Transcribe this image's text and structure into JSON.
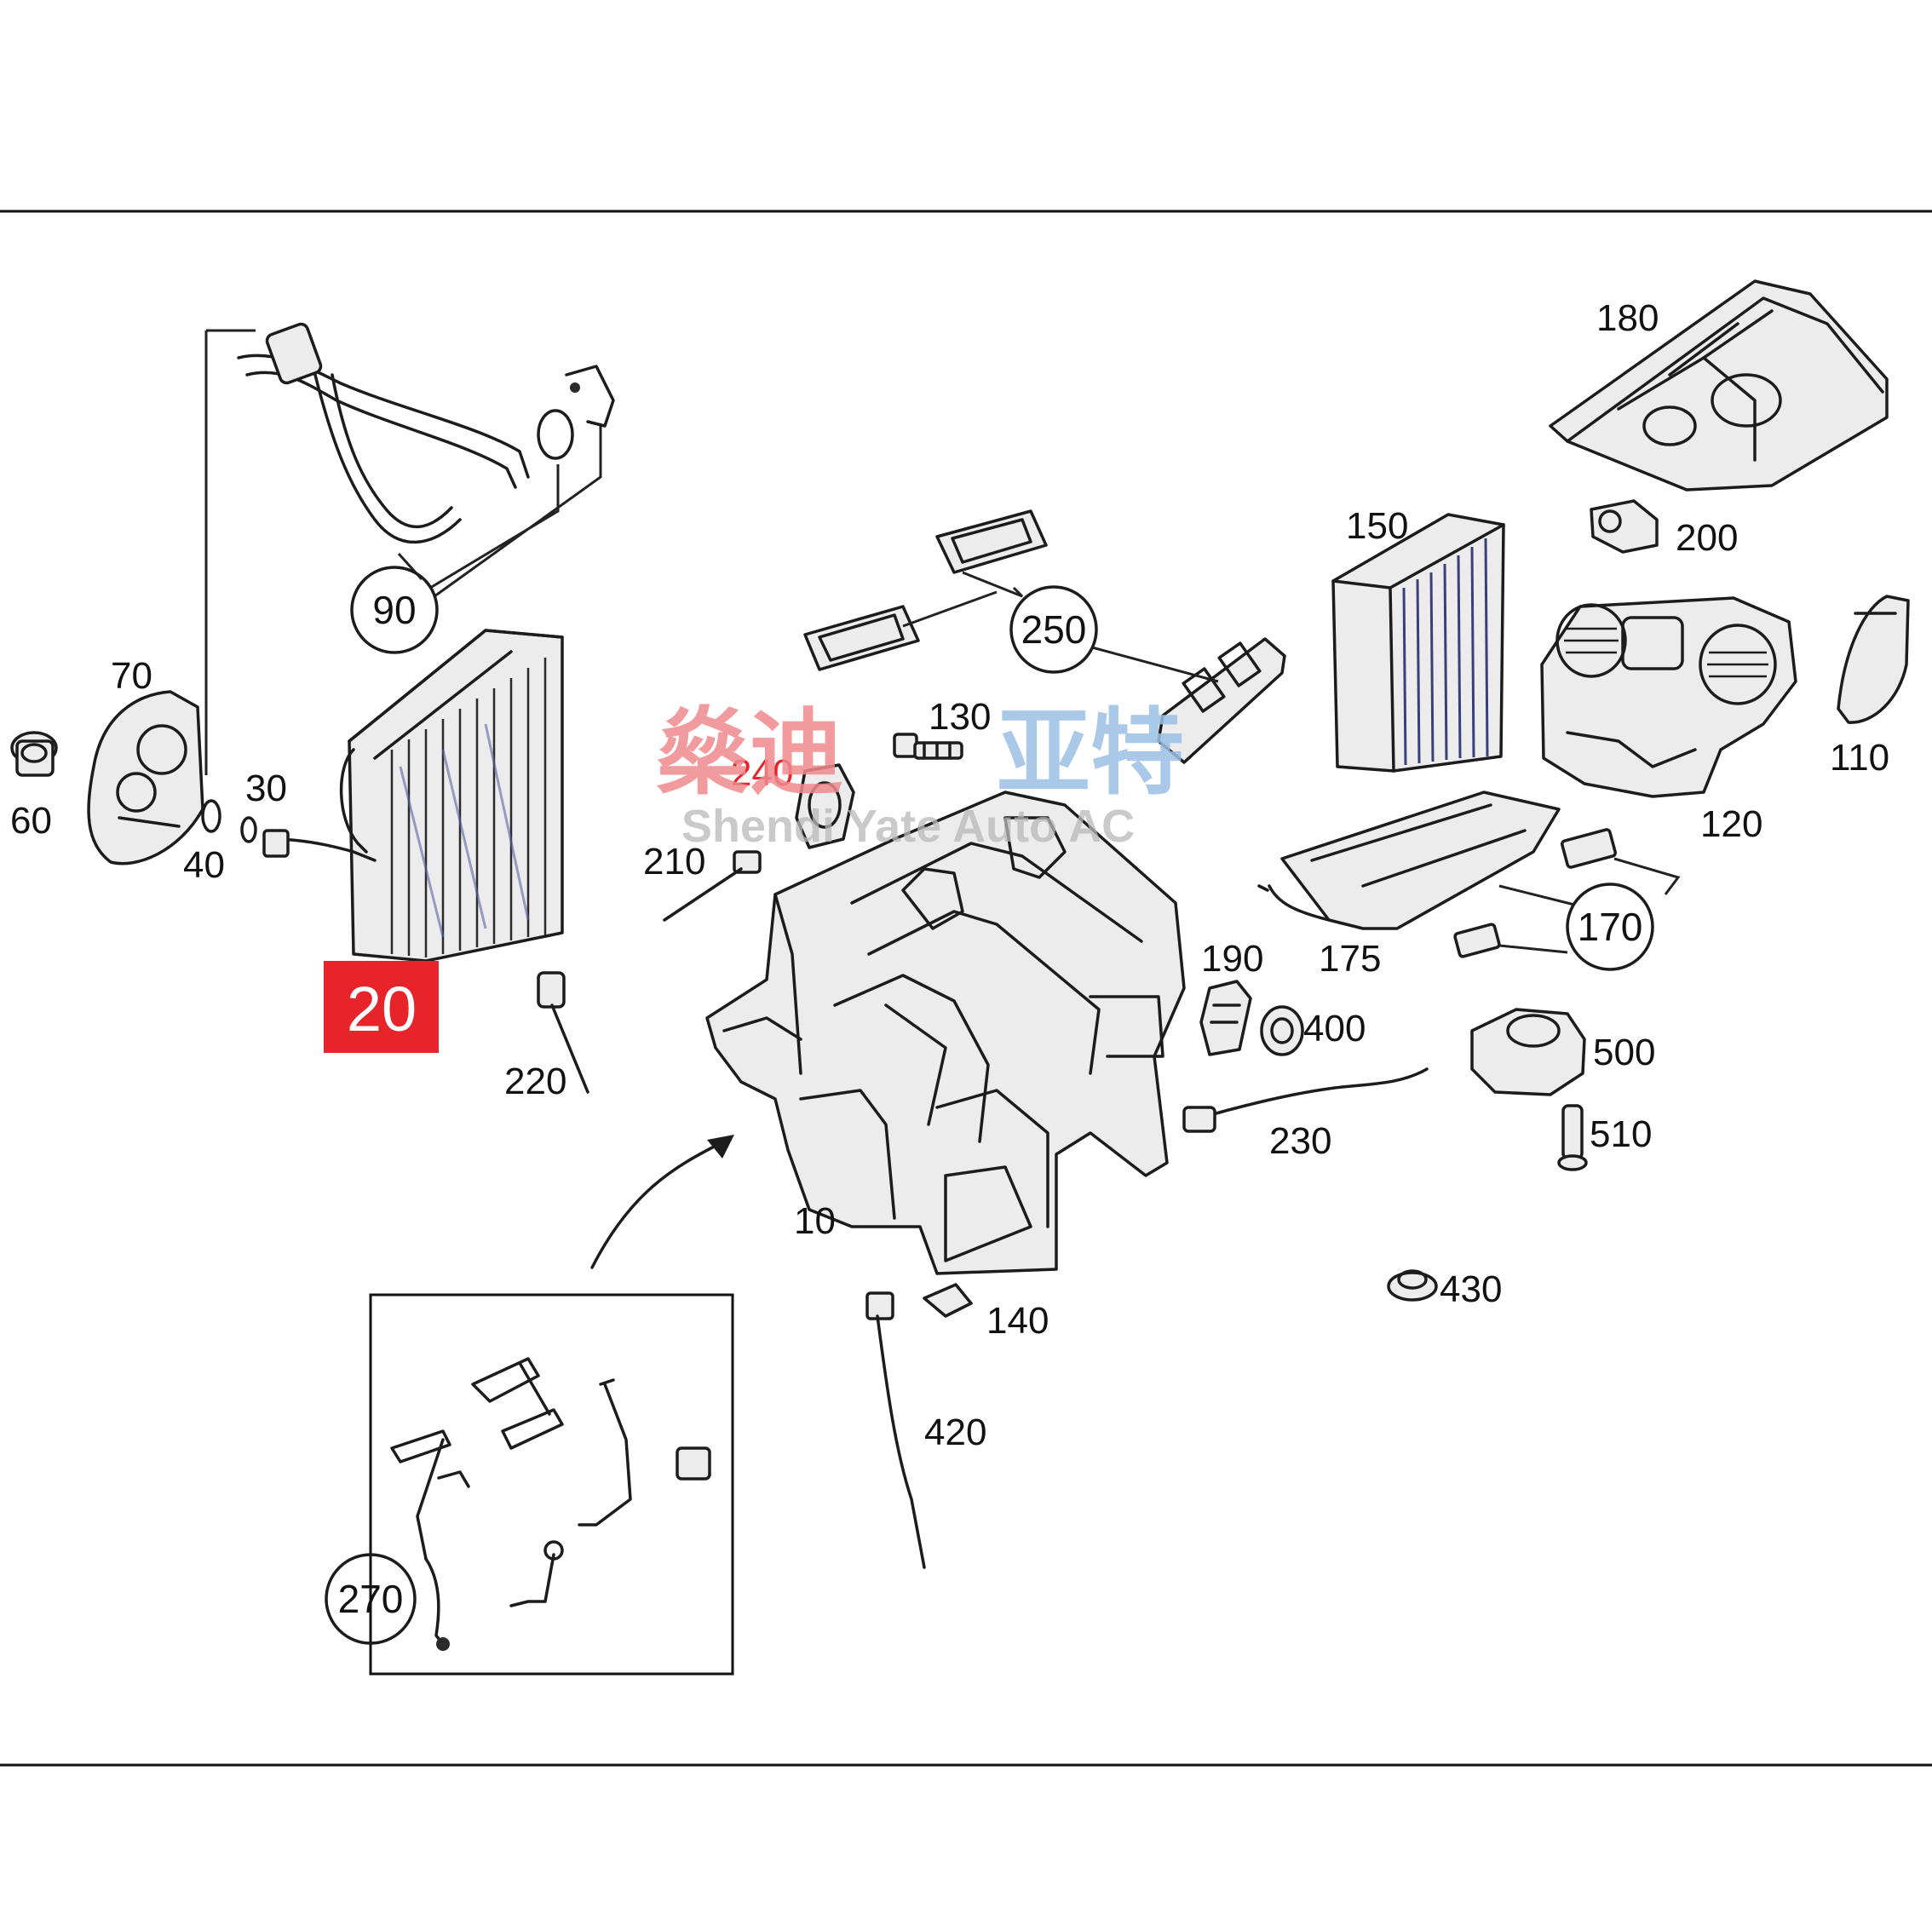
{
  "labels": {
    "p10": "10",
    "p20": "20",
    "p30": "30",
    "p40": "40",
    "p60": "60",
    "p70": "70",
    "p90": "90",
    "p110": "110",
    "p120": "120",
    "p130": "130",
    "p140": "140",
    "p150": "150",
    "p170": "170",
    "p175": "175",
    "p180": "180",
    "p190": "190",
    "p200": "200",
    "p210": "210",
    "p220": "220",
    "p230": "230",
    "p240": "240",
    "p250": "250",
    "p270": "270",
    "p400": "400",
    "p420": "420",
    "p430": "430",
    "p500": "500",
    "p510": "510"
  },
  "watermark": {
    "chinese_red": "燊迪",
    "chinese_blue": "亚特",
    "english": "Shendi Yate Auto AC"
  },
  "colors": {
    "highlight": "#e8242b",
    "watermark_red": "#f08a8e",
    "watermark_blue": "#9cc0e6"
  }
}
